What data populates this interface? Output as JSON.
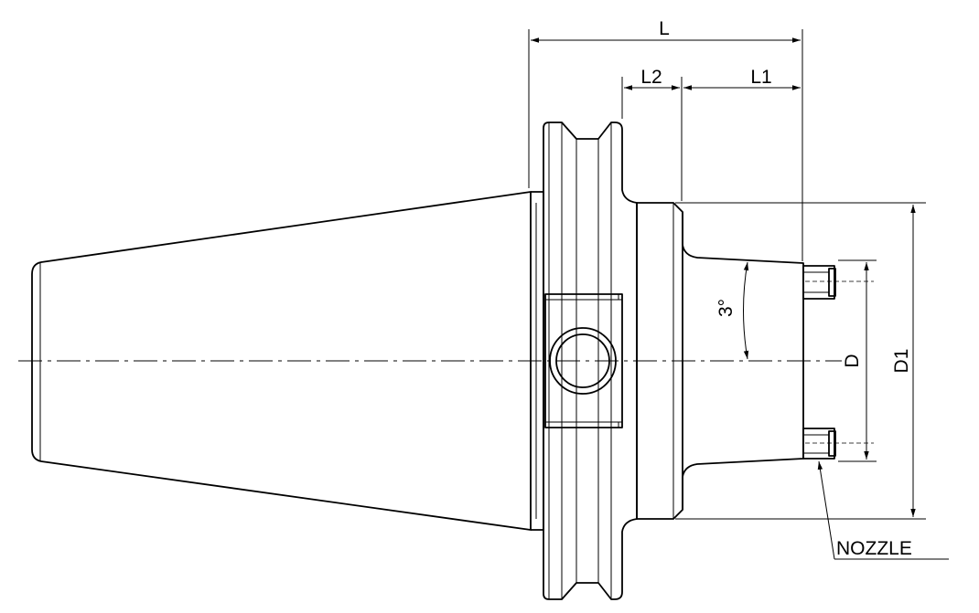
{
  "labels": {
    "L": "L",
    "L1": "L1",
    "L2": "L2",
    "D": "D",
    "D1": "D1",
    "angle": "3°",
    "nozzle": "NOZZLE"
  },
  "colors": {
    "line": "#000000",
    "background": "#ffffff"
  }
}
